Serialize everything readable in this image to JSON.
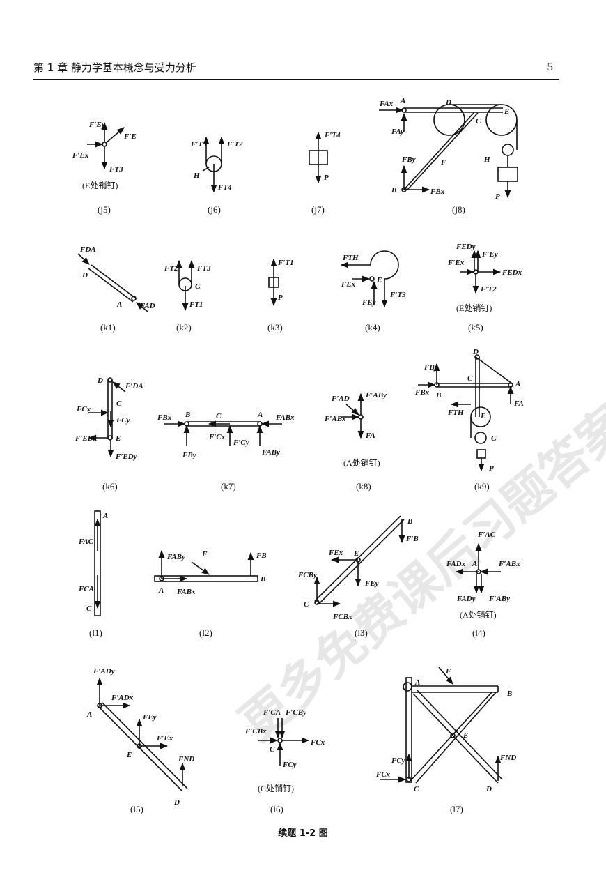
{
  "header": {
    "chapter": "第 1 章   静力学基本概念与受力分析",
    "page": "5"
  },
  "watermark": "更多免费课后习题答案资料请在小程序@优题库",
  "figure_caption": "续题 1-2 图",
  "subfigures": {
    "j5": {
      "caption": "(j5)",
      "note": "(E处销钉)",
      "labels": [
        "F′Ey",
        "F′E",
        "F′Ex",
        "FT3"
      ]
    },
    "j6": {
      "caption": "(j6)",
      "labels": [
        "F′T3",
        "F′T2",
        "H",
        "FT4"
      ]
    },
    "j7": {
      "caption": "(j7)",
      "labels": [
        "F′T4",
        "P"
      ]
    },
    "j8": {
      "caption": "(j8)",
      "labels": [
        "FAx",
        "A",
        "D",
        "E",
        "C",
        "FAy",
        "FBy",
        "F",
        "H",
        "B",
        "FBx",
        "P"
      ]
    },
    "k1": {
      "caption": "(k1)",
      "labels": [
        "FDA",
        "D",
        "A",
        "FAD"
      ]
    },
    "k2": {
      "caption": "(k2)",
      "labels": [
        "FT2",
        "FT3",
        "G",
        "FT1"
      ]
    },
    "k3": {
      "caption": "(k3)",
      "labels": [
        "F′T1",
        "P"
      ]
    },
    "k4": {
      "caption": "(k4)",
      "labels": [
        "FTH",
        "FEx",
        "E",
        "FEy",
        "F′T3"
      ]
    },
    "k5": {
      "caption": "(k5)",
      "note": "(E处销钉)",
      "labels": [
        "FEDy",
        "F′Ey",
        "F′Ex",
        "FEDx",
        "F′T2"
      ]
    },
    "k6": {
      "caption": "(k6)",
      "labels": [
        "D",
        "F′DA",
        "C",
        "FCx",
        "FCy",
        "F′EDx",
        "E",
        "F′EDy"
      ]
    },
    "k7": {
      "caption": "(k7)",
      "labels": [
        "FBx",
        "B",
        "C",
        "A",
        "FABx",
        "F′Cx",
        "F′Cy",
        "FBy",
        "FABy"
      ]
    },
    "k8": {
      "caption": "(k8)",
      "note": "(A处销钉)",
      "labels": [
        "F′AD",
        "F′ABy",
        "F′ABx",
        "FA"
      ]
    },
    "k9": {
      "caption": "(k9)",
      "labels": [
        "D",
        "FBy",
        "C",
        "A",
        "FBx",
        "B",
        "FA",
        "FTH",
        "E",
        "G",
        "P"
      ]
    },
    "l1": {
      "caption": "(l1)",
      "labels": [
        "A",
        "FAC",
        "FCA",
        "C"
      ]
    },
    "l2": {
      "caption": "(l2)",
      "labels": [
        "FABy",
        "F",
        "FB",
        "A",
        "FABx",
        "B"
      ]
    },
    "l3": {
      "caption": "(l3)",
      "labels": [
        "B",
        "F′B",
        "FEx",
        "E",
        "FCBy",
        "FEy",
        "C",
        "FCBx"
      ]
    },
    "l4": {
      "caption": "(l4)",
      "note": "(A处销钉)",
      "labels": [
        "F′AC",
        "FADx",
        "A",
        "F′ABx",
        "FADy",
        "F′ABy"
      ]
    },
    "l5": {
      "caption": "(l5)",
      "labels": [
        "F′ADy",
        "F′ADx",
        "A",
        "FEy",
        "F′Ex",
        "E",
        "FND",
        "D"
      ]
    },
    "l6": {
      "caption": "(l6)",
      "note": "(C处销钉)",
      "labels": [
        "F′CA",
        "F′CBy",
        "F′CBx",
        "FCx",
        "C",
        "FCy"
      ]
    },
    "l7": {
      "caption": "(l7)",
      "labels": [
        "F",
        "A",
        "B",
        "E",
        "FCy",
        "FND",
        "FCx",
        "C",
        "D"
      ]
    }
  }
}
